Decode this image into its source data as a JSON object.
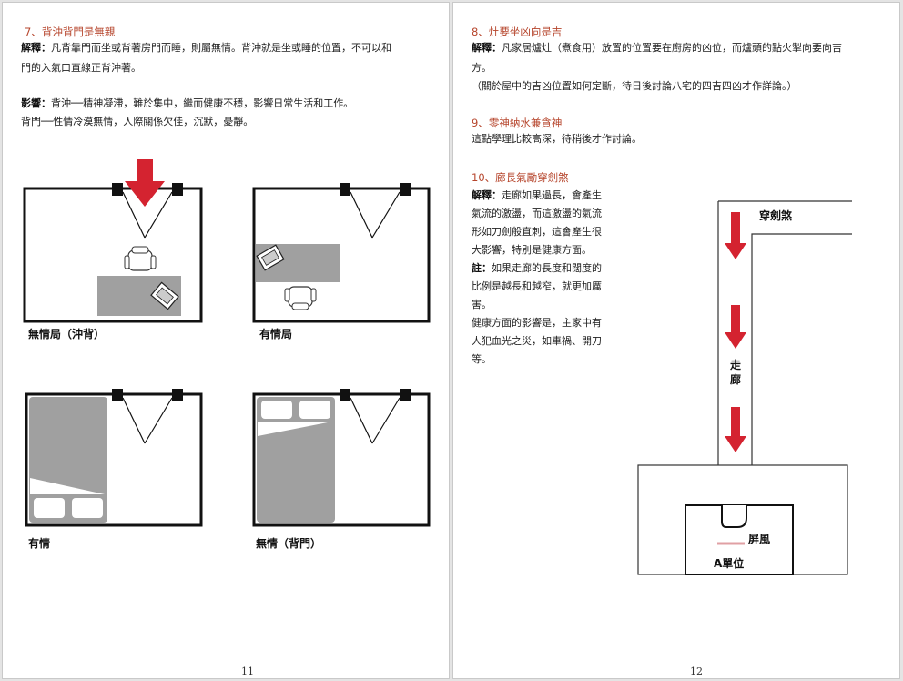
{
  "left_page": {
    "section7": {
      "heading": "7、背沖背門是無親",
      "explain_label": "解釋：",
      "explain_line1": "凡背靠門而坐或背著房門而睡，則屬無情。背沖就是坐或睡的位置，不可以和",
      "explain_line2": "門的入氣口直線正背沖著。",
      "effect_label": "影響：",
      "effect_line1": "背沖──精神凝滯，難於集中，繼而健康不穩，影響日常生活和工作。",
      "effect_line2": "背門──性情冷漠無情，人際關係欠佳，沉默，憂靜。"
    },
    "diagrams": {
      "d1_caption": "無情局（沖背）",
      "d2_caption": "有情局",
      "d3_caption": "有情",
      "d4_caption": "無情（背門）"
    },
    "page_number": "11"
  },
  "right_page": {
    "section8": {
      "heading": "8、灶要坐凶向是吉",
      "explain_label": "解釋：",
      "explain_line1": "凡家居爐灶（煮食用）放置的位置要在廚房的凶位，而爐頭的點火掣向要向吉",
      "explain_line2": "方。",
      "note_line": "（關於屋中的吉凶位置如何定斷，待日後討論八宅的四吉四凶才作詳論。）"
    },
    "section9": {
      "heading": "9、零神納水兼貪神",
      "body": "這點學理比較高深，待稍後才作討論。"
    },
    "section10": {
      "heading": "10、廊長氣勵穿劍煞",
      "explain_label": "解釋：",
      "lines": [
        "走廊如果過長，會產生",
        "氣流的激盪，而這激盪的氣流",
        "形如刀劍般直刺，這會產生很",
        "大影響，特別是健康方面。"
      ],
      "note_label": "註：",
      "note_lines": [
        "如果走廊的長度和闊度的",
        "比例是越長和越窄，就更加厲",
        "害。"
      ],
      "health_lines": [
        "健康方面的影響是，主家中有",
        "人犯血光之災，如車禍、開刀",
        "等。"
      ]
    },
    "corridor_diagram": {
      "sword_label": "穿劍煞",
      "corridor_label_1": "走",
      "corridor_label_2": "廊",
      "screen_label": "屏風",
      "unit_label": "A單位"
    },
    "page_number": "12"
  },
  "colors": {
    "heading": "#b6452c",
    "arrow_red": "#d42330",
    "furniture_gray": "#a0a0a0",
    "screen_pink": "#e0a0a4"
  }
}
